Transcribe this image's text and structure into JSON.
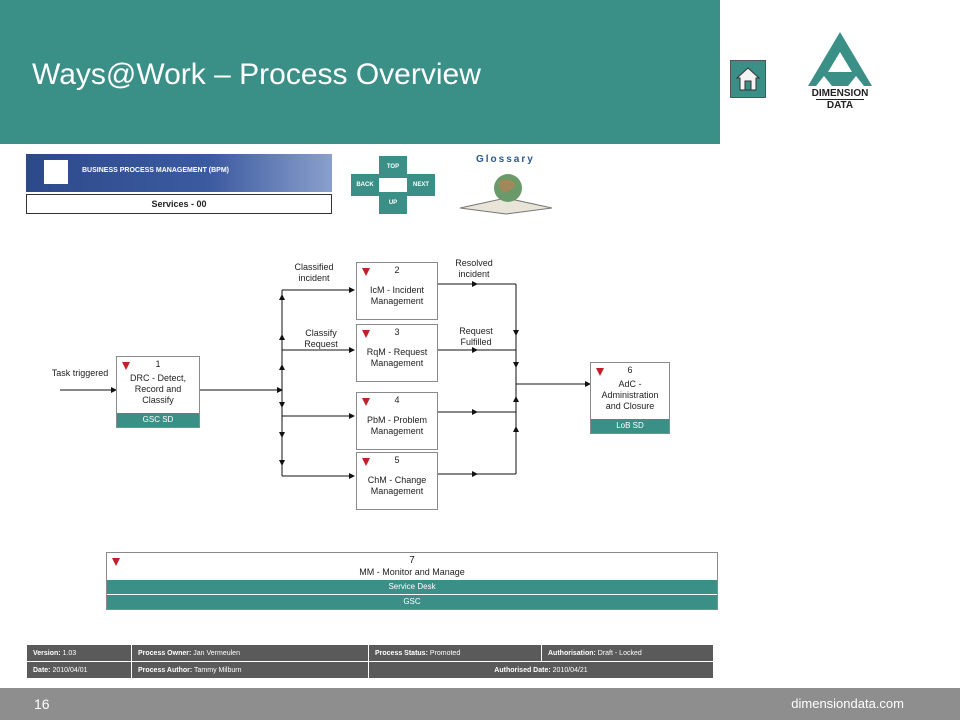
{
  "header": {
    "title": "Ways@Work – Process Overview"
  },
  "logo": {
    "line1": "DIMENSION",
    "line2": "DATA"
  },
  "bpm": {
    "banner_text": "BUSINESS PROCESS MANAGEMENT (BPM)",
    "services_label": "Services - 00"
  },
  "nav": {
    "top": "TOP",
    "back": "BACK",
    "next": "NEXT",
    "up": "UP"
  },
  "glossary": {
    "label": "Glossary"
  },
  "diagram": {
    "task_triggered": "Task triggered",
    "classified_incident": "Classified incident",
    "classify_request": "Classify Request",
    "resolved_incident": "Resolved incident",
    "request_fulfilled": "Request Fulfilled",
    "box1": {
      "num": "1",
      "label": "DRC - Detect, Record and Classify",
      "foot": "GSC SD"
    },
    "box2": {
      "num": "2",
      "label": "IcM - Incident Management"
    },
    "box3": {
      "num": "3",
      "label": "RqM - Request Management"
    },
    "box4": {
      "num": "4",
      "label": "PbM - Problem Management"
    },
    "box5": {
      "num": "5",
      "label": "ChM - Change Management"
    },
    "box6": {
      "num": "6",
      "label": "AdC - Administration and Closure",
      "foot": "LoB SD"
    }
  },
  "mm": {
    "num": "7",
    "label": "MM - Monitor and Manage",
    "row1": "Service Desk",
    "row2": "GSC"
  },
  "info": {
    "version_k": "Version:",
    "version_v": "1.03",
    "owner_k": "Process Owner:",
    "owner_v": "Jan Vermeulen",
    "status_k": "Process Status:",
    "status_v": "Promoted",
    "auth_k": "Authorisation:",
    "auth_v": "Draft - Locked",
    "date_k": "Date:",
    "date_v": "2010/04/01",
    "author_k": "Process Author:",
    "author_v": "Tammy Milburn",
    "authdate_k": "Authorised Date:",
    "authdate_v": "2010/04/21"
  },
  "footer": {
    "page_number": "16",
    "site": "dimensiondata.com"
  },
  "colors": {
    "teal": "#3a8f87",
    "gray": "#8e8e8e",
    "arrow_red": "#c0202a"
  }
}
